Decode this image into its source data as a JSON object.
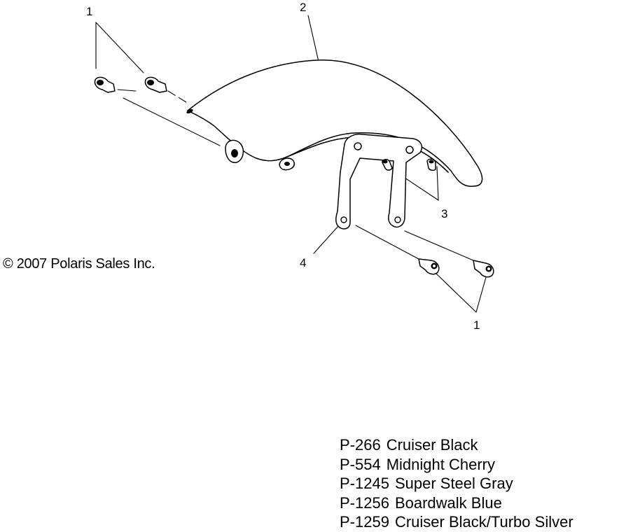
{
  "callouts": [
    {
      "id": "1a",
      "text": "1"
    },
    {
      "id": "2",
      "text": "2"
    },
    {
      "id": "3",
      "text": "3"
    },
    {
      "id": "4",
      "text": "4"
    },
    {
      "id": "1b",
      "text": "1"
    }
  ],
  "copyright": "© 2007 Polaris Sales Inc.",
  "legend": [
    {
      "code": "P-266",
      "name": "Cruiser Black"
    },
    {
      "code": "P-554",
      "name": "Midnight Cherry"
    },
    {
      "code": "P-1245",
      "name": "Super Steel Gray"
    },
    {
      "code": "P-1256",
      "name": "Boardwalk Blue"
    },
    {
      "code": "P-1259",
      "name": "Cruiser Black/Turbo Silver"
    }
  ]
}
